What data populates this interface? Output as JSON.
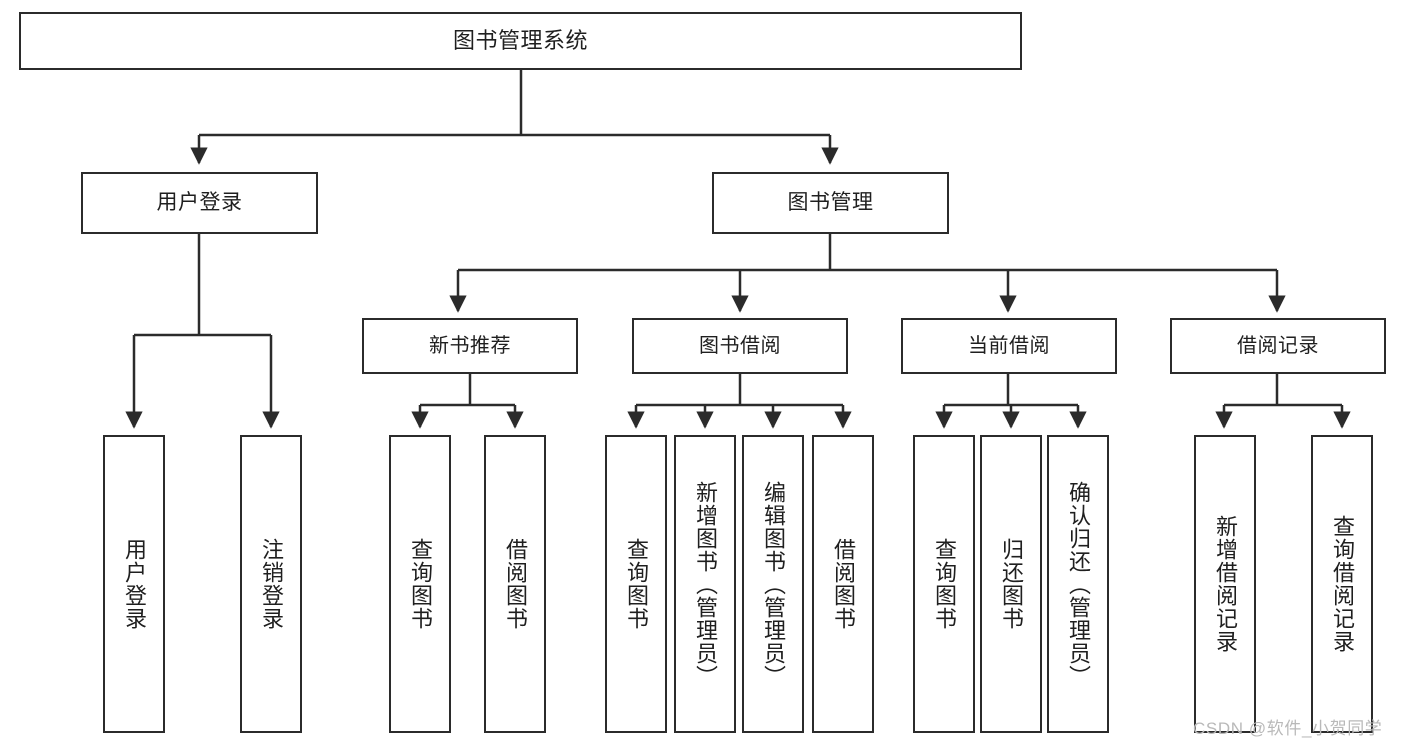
{
  "diagram": {
    "type": "tree",
    "title": "图书管理系统",
    "root": {
      "label": "图书管理系统"
    },
    "level1": [
      {
        "label": "用户登录"
      },
      {
        "label": "图书管理"
      }
    ],
    "level2": [
      {
        "label": "新书推荐"
      },
      {
        "label": "图书借阅"
      },
      {
        "label": "当前借阅"
      },
      {
        "label": "借阅记录"
      }
    ],
    "leaves": {
      "user_login": [
        {
          "label": "用户登录"
        },
        {
          "label": "注销登录"
        }
      ],
      "new_book_recommend": [
        {
          "label": "查询图书"
        },
        {
          "label": "借阅图书"
        }
      ],
      "book_borrow": [
        {
          "label": "查询图书"
        },
        {
          "label": "新增图书（管理员）"
        },
        {
          "label": "编辑图书（管理员）"
        },
        {
          "label": "借阅图书"
        }
      ],
      "current_borrow": [
        {
          "label": "查询图书"
        },
        {
          "label": "归还图书"
        },
        {
          "label": "确认归还（管理员）"
        }
      ],
      "borrow_record": [
        {
          "label": "新增借阅记录"
        },
        {
          "label": "查询借阅记录"
        }
      ]
    },
    "watermark": "CSDN @软件_小贺同学",
    "colors": {
      "line": "#2b2b2b",
      "box_border": "#2b2b2b",
      "box_fill": "#ffffff",
      "text": "#1f1f1f",
      "watermark": "#b9b9b9",
      "background": "#ffffff"
    }
  }
}
